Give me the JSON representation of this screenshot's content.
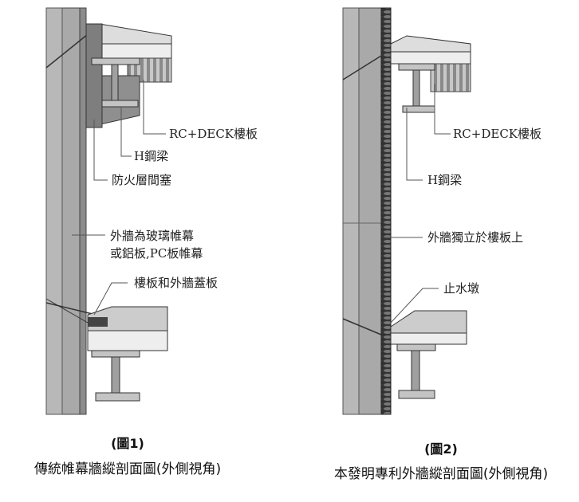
{
  "figure1": {
    "labels": {
      "slab": "RC+DECK樓板",
      "beam": "H鋼梁",
      "firestop": "防火層間塞",
      "wall_line1": "外牆為玻璃帷幕",
      "wall_line2": "或鋁板,PC板帷幕",
      "cover": "樓板和外牆蓋板"
    },
    "number": "(圖1)",
    "caption": "傳統帷幕牆縱剖面圖(外側視角)"
  },
  "figure2": {
    "labels": {
      "slab": "RC+DECK樓板",
      "beam": "H鋼梁",
      "wall": "外牆獨立於樓板上",
      "curb": "止水墩"
    },
    "number": "(圖2)",
    "caption": "本發明專利外牆縱剖面圖(外側視角)"
  }
}
